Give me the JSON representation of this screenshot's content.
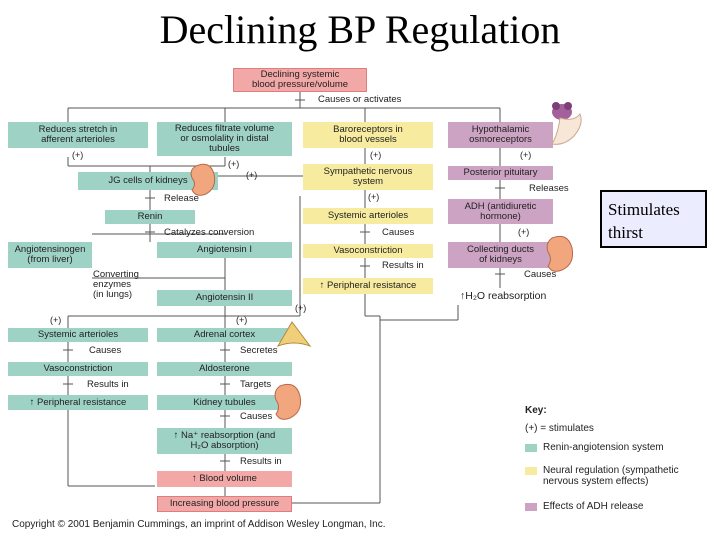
{
  "title": "Declining BP Regulation",
  "nodes": {
    "declining": "Declining systemic\nblood pressure/volume",
    "reduces_stretch": "Reduces stretch in\nafferent arterioles",
    "reduces_filtrate": "Reduces filtrate volume\nor osmolality in distal\ntubules",
    "baroreceptors": "Baroreceptors in\nblood vessels",
    "hypothalamic": "Hypothalamic\nosmoreceptors",
    "jg_cells": "JG cells of kidneys",
    "sympathetic": "Sympathetic nervous\nsystem",
    "posterior_pituitary": "Posterior pituitary",
    "renin": "Renin",
    "systemic_arterioles_mid": "Systemic arterioles",
    "adh": "ADH (antidiuretic\nhormone)",
    "angiotensinogen": "Angiotensinogen\n(from liver)",
    "angiotensin_1": "Angiotensin I",
    "vasoconstriction_mid": "Vasoconstriction",
    "collecting_ducts": "Collecting ducts\nof kidneys",
    "peripheral_mid": "↑ Peripheral resistance",
    "h2o_reabsorption": "↑H₂O reabsorption",
    "angiotensin_2": "Angiotensin II",
    "systemic_arterioles_left": "Systemic arterioles",
    "adrenal_cortex": "Adrenal cortex",
    "vasoconstriction_left": "Vasoconstriction",
    "aldosterone": "Aldosterone",
    "peripheral_left": "↑ Peripheral resistance",
    "kidney_tubules": "Kidney tubules",
    "na_reabsorption": "↑ Na⁺ reabsorption (and\nH₂O absorption)",
    "blood_volume": "↑ Blood volume",
    "increasing_bp": "Increasing blood pressure"
  },
  "labels": {
    "causes_or_activates": "Causes or activates",
    "release": "Release",
    "catalyzes": "Catalyzes conversion",
    "converting": "Converting\nenzymes\n(in lungs)",
    "causes": "Causes",
    "releases": "Releases",
    "results_in": "Results in",
    "secretes": "Secretes",
    "targets": "Targets",
    "plus": "(+)"
  },
  "key": {
    "header": "Key:",
    "stimulates": "(+) = stimulates",
    "items": [
      {
        "label": "Renin-angiotension system",
        "color": "#9ed2c5"
      },
      {
        "label": "Neural regulation (sympathetic\nnervous system effects)",
        "color": "#f7eba0"
      },
      {
        "label": "Effects of ADH release",
        "color": "#cda3c3"
      }
    ]
  },
  "callout": "Stimulates\nthirst",
  "copyright": "Copyright © 2001 Benjamin Cummings, an imprint of Addison Wesley Longman, Inc.",
  "icons": [
    "brain-icon",
    "kidney-icon",
    "adrenal-gland-icon"
  ],
  "colors": {
    "renin_angiotensin": "#9ed2c5",
    "neural": "#f7eba0",
    "adh": "#cda3c3",
    "outcome": "#f2a8a7",
    "callout_bg": "#ececff"
  }
}
